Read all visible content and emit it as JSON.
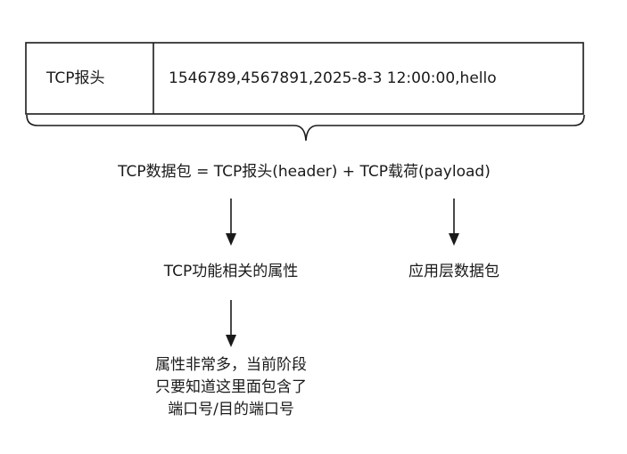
{
  "packet": {
    "header_cell": "TCP报头",
    "payload_cell": "1546789,4567891,2025-8-3 12:00:00,hello"
  },
  "equation": "TCP数据包 = TCP报头(header) + TCP载荷(payload)",
  "header_result": "TCP功能相关的属性",
  "payload_result": "应用层数据包",
  "note": {
    "lines": [
      "属性非常多，当前阶段",
      "只要知道这里面包含了",
      "端口号/目的端口号"
    ]
  },
  "colors": {
    "stroke": "#1a1a1a",
    "text": "#1a1a1a",
    "background": "#ffffff"
  }
}
